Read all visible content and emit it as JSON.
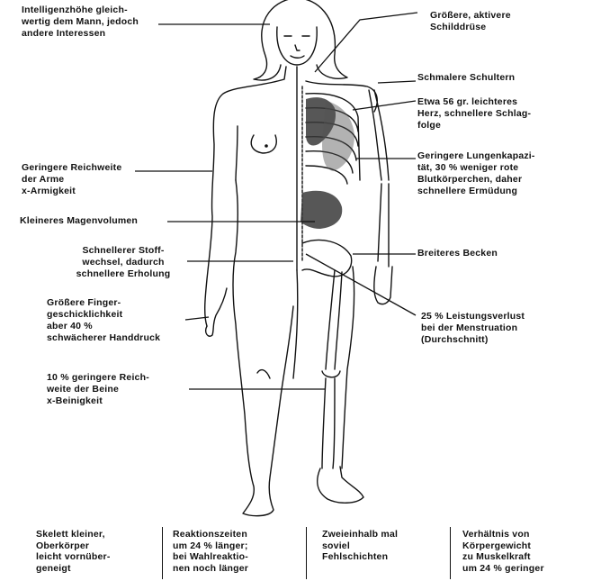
{
  "labels": {
    "intelligence": "Intelligenzhöhe gleich-\nwertig dem Mann, jedoch\nandere Interessen",
    "thyroid": "Größere, aktivere\nSchilddrüse",
    "shoulders": "Schmalere Schultern",
    "heart": "Etwa 56 gr. leichteres\nHerz, schnellere Schlag-\nfolge",
    "lungs": "Geringere Lungenkapazi-\ntät, 30 % weniger rote\nBlutkörperchen, daher\nschnellere Ermüdung",
    "arm_reach": "Geringere Reichweite\nder Arme\nx-Armigkeit",
    "stomach": "Kleineres Magenvolumen",
    "metabolism": "Schnellerer Stoff-\nwechsel, dadurch\nschnellere Erholung",
    "pelvis": "Breiteres Becken",
    "fingers": "Größere Finger-\ngeschicklichkeit\naber 40 %\nschwächerer Handdruck",
    "menstruation": "25 % Leistungsverlust\nbei der Menstruation\n(Durchschnitt)",
    "legs": "10 % geringere Reich-\nweite der Beine\nx-Beinigkeit"
  },
  "footer": [
    "Skelett kleiner,\nOberkörper\nleicht vornüber-\ngeneigt",
    "Reaktionszeiten\num 24 % länger;\nbei Wahlreaktio-\nnen noch länger",
    "Zweieinhalb mal\nsoviel\nFehlschichten",
    "Verhältnis von\nKörpergewicht\nzu Muskelkraft\num 24 % geringer"
  ],
  "colors": {
    "ink": "#111111",
    "organ": "#3a3a3a",
    "paper": "#ffffff"
  }
}
